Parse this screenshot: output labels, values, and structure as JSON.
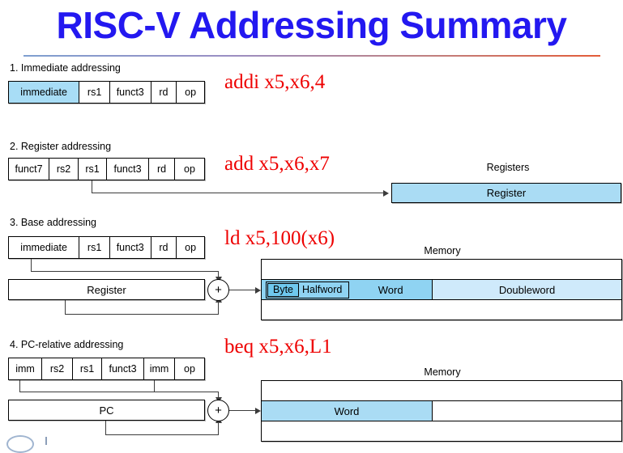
{
  "slide": {
    "title": "RISC-V Addressing Summary"
  },
  "sections": [
    {
      "heading": "1.  Immediate addressing",
      "instruction": "addi x5,x6,4",
      "fields": [
        {
          "label": "immediate",
          "highlight": true
        },
        {
          "label": "rs1",
          "highlight": false
        },
        {
          "label": "funct3",
          "highlight": false
        },
        {
          "label": "rd",
          "highlight": false
        },
        {
          "label": "op",
          "highlight": false
        }
      ]
    },
    {
      "heading": "2. Register addressing",
      "instruction": "add x5,x6,x7",
      "fields": [
        {
          "label": "funct7",
          "highlight": false
        },
        {
          "label": "rs2",
          "highlight": false
        },
        {
          "label": "rs1",
          "highlight": false
        },
        {
          "label": "funct3",
          "highlight": false
        },
        {
          "label": "rd",
          "highlight": false
        },
        {
          "label": "op",
          "highlight": false
        }
      ],
      "target_caption": "Registers",
      "target_label": "Register"
    },
    {
      "heading": "3.  Base addressing",
      "instruction": "ld x5,100(x6)",
      "fields": [
        {
          "label": "immediate",
          "highlight": false
        },
        {
          "label": "rs1",
          "highlight": false
        },
        {
          "label": "funct3",
          "highlight": false
        },
        {
          "label": "rd",
          "highlight": false
        },
        {
          "label": "op",
          "highlight": false
        }
      ],
      "adder": "+",
      "register_label": "Register",
      "memory_caption": "Memory",
      "memory_segments": [
        "Byte",
        "Halfword",
        "Word",
        "Doubleword"
      ]
    },
    {
      "heading": "4.  PC-relative addressing",
      "instruction": "beq x5,x6,L1",
      "fields": [
        {
          "label": "imm",
          "highlight": false
        },
        {
          "label": "rs2",
          "highlight": false
        },
        {
          "label": "rs1",
          "highlight": false
        },
        {
          "label": "funct3",
          "highlight": false
        },
        {
          "label": "imm",
          "highlight": false
        },
        {
          "label": "op",
          "highlight": false
        }
      ],
      "adder": "+",
      "pc_label": "PC",
      "memory_caption": "Memory",
      "memory_segments": [
        "Word"
      ]
    }
  ],
  "colors": {
    "title": "#2318f0",
    "instruction": "#ee0000",
    "highlight": "#a8ddf6",
    "word": "#8fd3f2",
    "doubleword": "#cfeafb",
    "register": "#aadcf4"
  }
}
